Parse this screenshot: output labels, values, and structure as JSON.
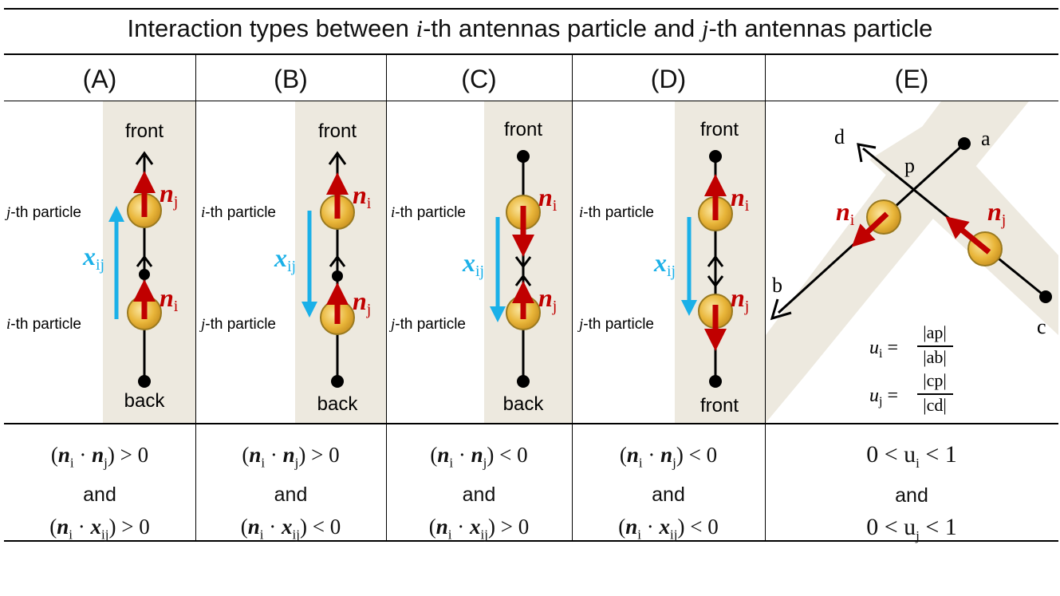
{
  "title": {
    "prefix": "Interaction types between ",
    "i": "i",
    "mid": "-th antennas particle and ",
    "j": "j",
    "suffix": "-th antennas particle"
  },
  "columns": [
    {
      "label": "(A)",
      "top_particle": "-th particle",
      "top_var": "j",
      "bottom_particle": "-th particle",
      "bottom_var": "i",
      "top_word": "front",
      "bottom_word": "back",
      "top_vec": "n",
      "top_sub": "j",
      "bottom_vec": "n",
      "bottom_sub": "i",
      "cond1": "> 0",
      "cond2": "> 0",
      "cond1_sub": "j"
    },
    {
      "label": "(B)",
      "top_particle": "-th particle",
      "top_var": "i",
      "bottom_particle": "-th particle",
      "bottom_var": "j",
      "top_word": "front",
      "bottom_word": "back",
      "top_vec": "n",
      "top_sub": "i",
      "bottom_vec": "n",
      "bottom_sub": "j",
      "cond1": "> 0",
      "cond2": "< 0"
    },
    {
      "label": "(C)",
      "top_particle": "-th particle",
      "top_var": "i",
      "bottom_particle": "-th particle",
      "bottom_var": "j",
      "top_word": "front",
      "bottom_word": "back",
      "top_vec": "n",
      "top_sub": "i",
      "bottom_vec": "n",
      "bottom_sub": "j",
      "cond1": "< 0",
      "cond2": "> 0"
    },
    {
      "label": "(D)",
      "top_particle": "-th particle",
      "top_var": "i",
      "bottom_particle": "-th particle",
      "bottom_var": "j",
      "top_word": "front",
      "bottom_word": "front",
      "top_vec": "n",
      "top_sub": "i",
      "bottom_vec": "n",
      "bottom_sub": "j",
      "cond1": "< 0",
      "cond2": "< 0"
    },
    {
      "label": "(E)"
    }
  ],
  "x_vector": {
    "symbol": "x",
    "sub": "ij"
  },
  "and_word": "and",
  "col_e": {
    "points": {
      "a": "a",
      "b": "b",
      "c": "c",
      "d": "d",
      "p": "p"
    },
    "ni_label": "n",
    "ni_sub": "i",
    "nj_label": "n",
    "nj_sub": "j",
    "ui_num": "|ap|",
    "ui_den": "|ab|",
    "uj_num": "|cp|",
    "uj_den": "|cd|",
    "ui_lhs": "u",
    "ui_sub": "i",
    "uj_lhs": "u",
    "uj_sub": "j",
    "cond1": "0 < u",
    "cond1_sub": "i",
    "cond1_tail": "< 1",
    "cond2": "0 < u",
    "cond2_sub": "j",
    "cond2_tail": "< 1"
  },
  "colors": {
    "arrow_red": "#c00000",
    "arrow_blue": "#1ab0e8",
    "band": "#ede9df",
    "particle": "#e9b63a"
  }
}
